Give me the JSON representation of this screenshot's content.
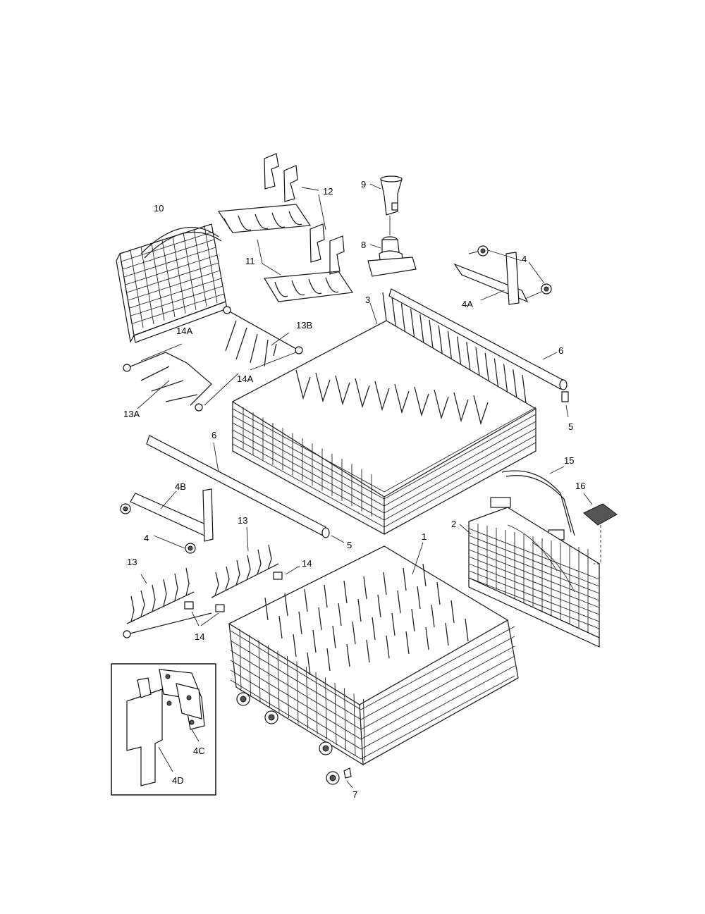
{
  "callouts": {
    "c1": "1",
    "c2": "2",
    "c3": "3",
    "c4a": "4",
    "c4b": "4",
    "c4A": "4A",
    "c4B": "4B",
    "c4C": "4C",
    "c4D": "4D",
    "c5a": "5",
    "c5b": "5",
    "c6a": "6",
    "c6b": "6",
    "c7": "7",
    "c8": "8",
    "c9": "9",
    "c10": "10",
    "c11": "11",
    "c12": "12",
    "c13a": "13",
    "c13b": "13",
    "c13A": "13A",
    "c13B": "13B",
    "c14a": "14",
    "c14b": "14",
    "c14A1": "14A",
    "c14A2": "14A",
    "c15": "15",
    "c16": "16"
  }
}
